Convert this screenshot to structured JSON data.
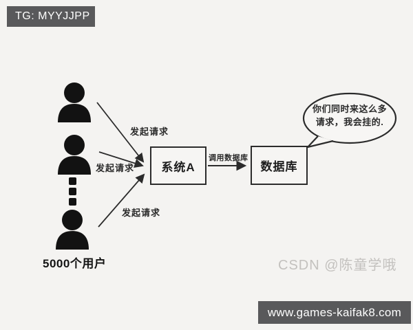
{
  "overlays": {
    "top_badge": "TG: MYYJJPP",
    "bottom_badge": "www.games-kaifak8.com",
    "watermark": "CSDN @陈童学哦"
  },
  "diagram": {
    "users_group_label": "5000个用户",
    "request_label_1": "发起请求",
    "request_label_2": "发起请求",
    "request_label_3": "发起请求",
    "call_label": "调用数据库",
    "system_box_label": "系统A",
    "database_box_label": "数据库",
    "bubble": {
      "line1": "你们同时来这么多",
      "line2": "请求，我会挂的."
    }
  },
  "colors": {
    "background": "#f4f3f1",
    "badge_background": "#59595b",
    "badge_text": "#fefefe",
    "diagram_stroke": "#2b2b2b",
    "icon_fill": "#121212",
    "watermark_text": "#c3c1be"
  }
}
